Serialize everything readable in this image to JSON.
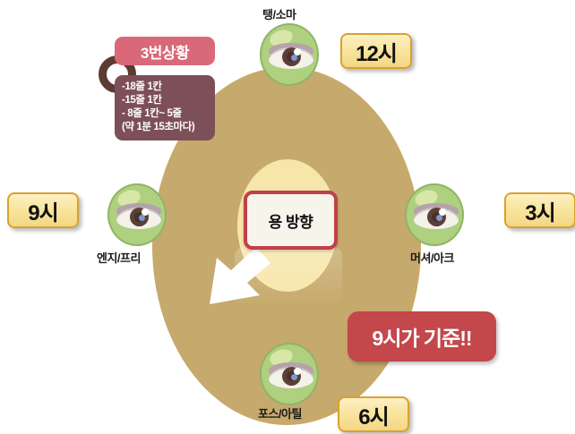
{
  "diagram": {
    "title_text": "용 방향",
    "emphasis_banner": "9시가 기준!!",
    "arena": {
      "outer_color": "#c6a96c",
      "inner_color": "#f7e6a9"
    },
    "arrow": {
      "color": "#ffffff",
      "direction": "down-left"
    }
  },
  "callout": {
    "title": "3번상황",
    "title_color": "#d96878",
    "body_color": "#7d4f59",
    "lines": [
      "-18줄 1칸",
      "-15줄 1칸",
      "- 8줄 1칸~ 5줄",
      "(약 1분 15초마다)"
    ]
  },
  "positions": [
    {
      "clock": "12시",
      "roles": "탱/소마",
      "marker": "eye-marker"
    },
    {
      "clock": "3시",
      "roles": "머셔/아크",
      "marker": "eye-marker"
    },
    {
      "clock": "6시",
      "roles": "포스/아틸",
      "marker": "eye-marker"
    },
    {
      "clock": "9시",
      "roles": "엔지/프리",
      "marker": "eye-marker"
    }
  ],
  "colors": {
    "badge_fill": "#f8e49c",
    "badge_border": "#d9a22e",
    "eye_ring": "#aed07f",
    "accent_red": "#c3474b",
    "center_border": "#c0404a"
  }
}
